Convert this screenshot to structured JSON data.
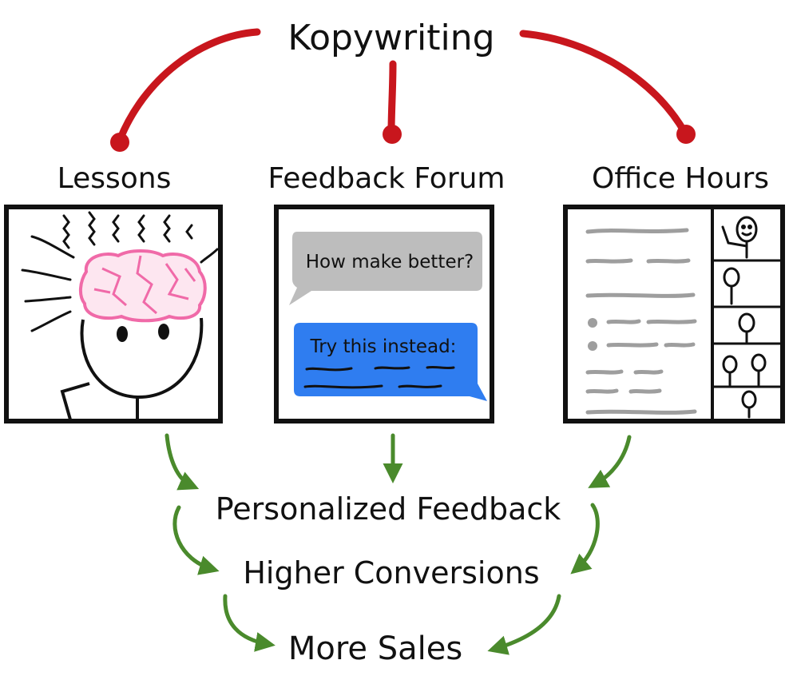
{
  "title": "Kopywriting",
  "components": [
    {
      "label": "Lessons",
      "icon": "brain-head-icon"
    },
    {
      "label": "Feedback Forum",
      "icon": "chat-bubbles-icon"
    },
    {
      "label": "Office Hours",
      "icon": "video-call-icon"
    }
  ],
  "forum": {
    "question": "How make better?",
    "answer": "Try this instead:"
  },
  "outcomes": [
    "Personalized Feedback",
    "Higher Conversions",
    "More Sales"
  ],
  "colors": {
    "title_connector": "#c8161d",
    "outcome_arrow": "#4a8a2c",
    "brain": "#f06aa8",
    "question_bubble": "#bdbdbd",
    "answer_bubble": "#2f7df0",
    "ink": "#111111"
  }
}
